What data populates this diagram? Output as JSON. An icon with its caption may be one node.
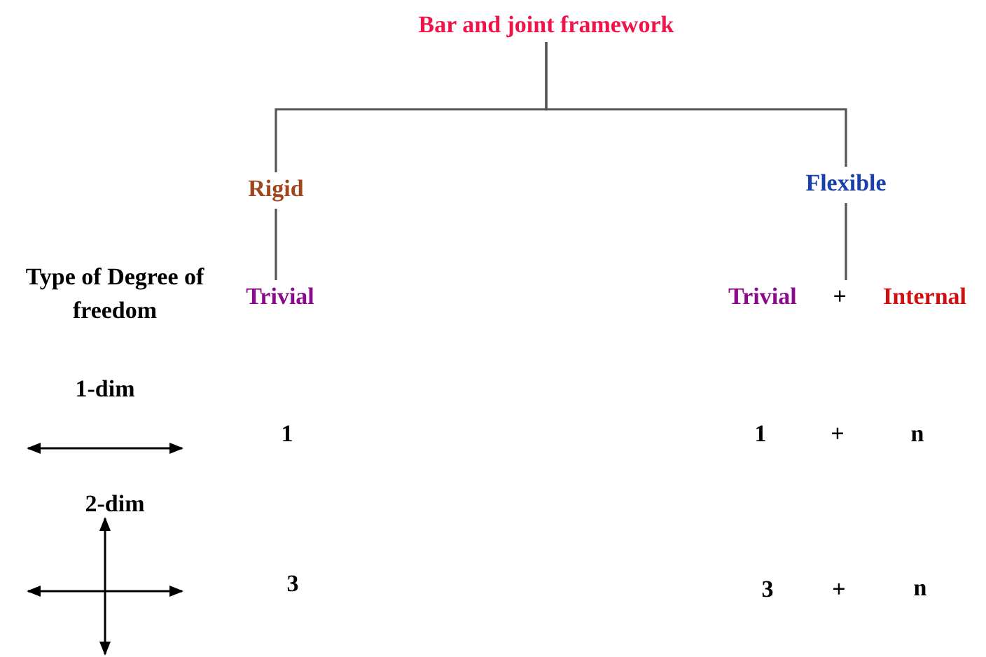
{
  "diagram": {
    "nodes": [
      {
        "text": [
          "Bar and joint framework"
        ]
      },
      {
        "text": [
          "Rigid"
        ]
      },
      {
        "text": [
          "Flexible"
        ]
      },
      {
        "text": [
          "Trivial"
        ]
      },
      {
        "text": [
          "Trivial",
          "+",
          "Internal"
        ]
      }
    ],
    "edges": [
      {
        "from": 0,
        "to": 1,
        "arrow": "none"
      },
      {
        "from": 0,
        "to": 2,
        "arrow": "none"
      },
      {
        "from": 1,
        "to": 3,
        "arrow": "none"
      },
      {
        "from": 2,
        "to": 4,
        "arrow": "none"
      }
    ],
    "labels": [
      "Type of Degree of freedom",
      "1-dim",
      "1",
      "1",
      "+",
      "n",
      "2-dim",
      "3",
      "3",
      "+",
      "n"
    ]
  }
}
